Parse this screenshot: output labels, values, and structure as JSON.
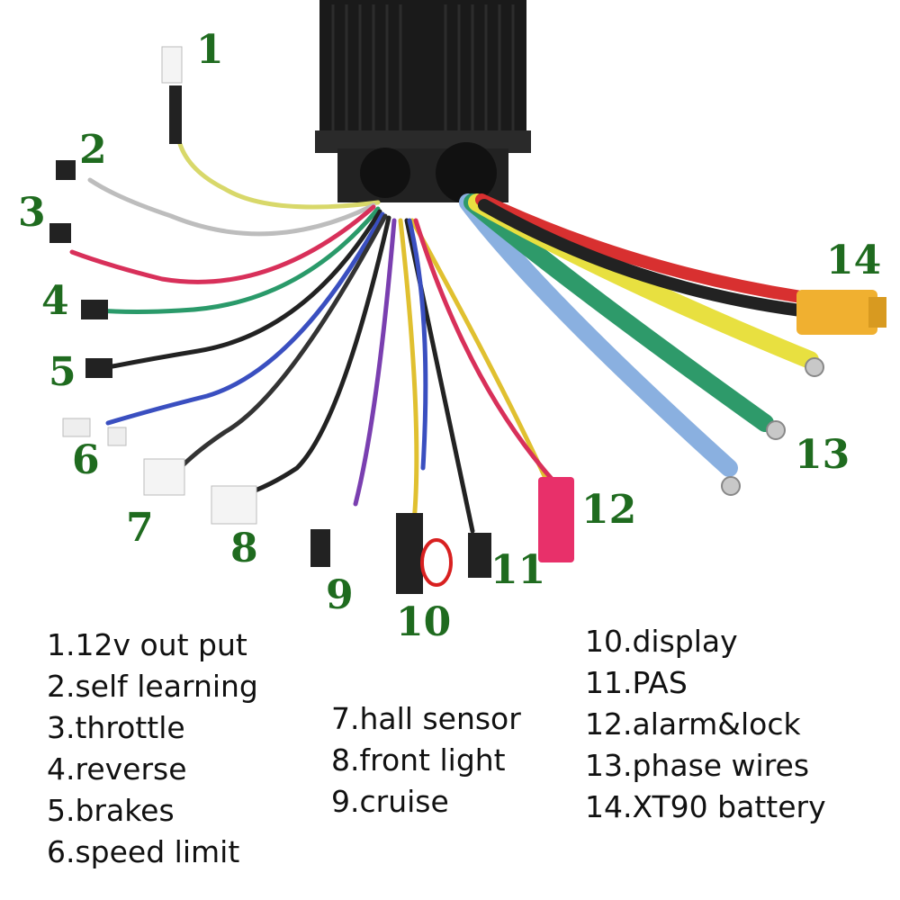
{
  "callouts": [
    "1",
    "2",
    "3",
    "4",
    "5",
    "6",
    "7",
    "8",
    "9",
    "10",
    "11",
    "12",
    "13",
    "14"
  ],
  "legend": {
    "col1": [
      "1.12v out put",
      "2.self learning",
      "3.throttle",
      "4.reverse",
      "5.brakes",
      "6.speed limit"
    ],
    "col2": [
      "7.hall sensor",
      "8.front light",
      "9.cruise"
    ],
    "col3": [
      "10.display",
      "11.PAS",
      "12.alarm&lock",
      "13.phase wires",
      "14.XT90 battery"
    ]
  },
  "colors": {
    "callout": "#1f6b1f",
    "controller_body": "#1a1a1a",
    "xt90_connector": "#f0b030",
    "alarm_connector": "#e8306a"
  }
}
